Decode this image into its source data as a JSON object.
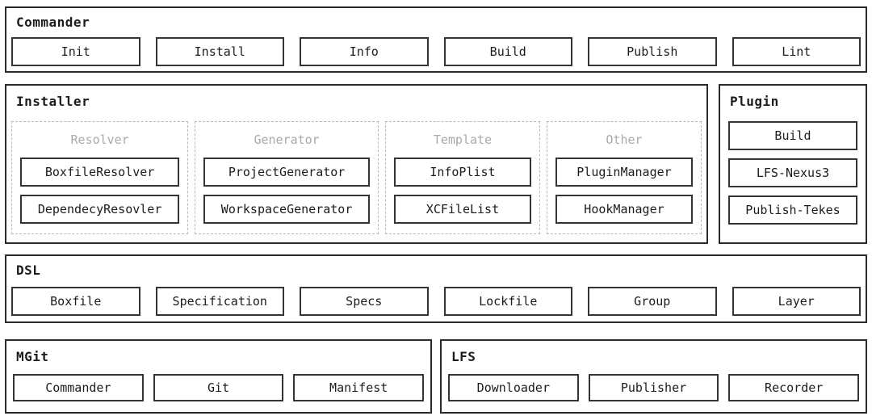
{
  "colors": {
    "panel_border": "#2b2b2b",
    "button_border": "#343434",
    "dashed_border": "#b9b9b9",
    "muted_group_label": "#a9a9a9",
    "background": "#ffffff",
    "text": "#1c1c1c"
  },
  "sections": {
    "commander": {
      "title": "Commander",
      "buttons": [
        "Init",
        "Install",
        "Info",
        "Build",
        "Publish",
        "Lint"
      ]
    },
    "installer": {
      "title": "Installer",
      "groups": [
        {
          "title": "Resolver",
          "items": [
            "BoxfileResolver",
            "DependecyResovler"
          ]
        },
        {
          "title": "Generator",
          "items": [
            "ProjectGenerator",
            "WorkspaceGenerator"
          ]
        },
        {
          "title": "Template",
          "items": [
            "InfoPlist",
            "XCFileList"
          ]
        },
        {
          "title": "Other",
          "items": [
            "PluginManager",
            "HookManager"
          ]
        }
      ]
    },
    "plugin": {
      "title": "Plugin",
      "buttons": [
        "Build",
        "LFS-Nexus3",
        "Publish-Tekes"
      ]
    },
    "dsl": {
      "title": "DSL",
      "buttons": [
        "Boxfile",
        "Specification",
        "Specs",
        "Lockfile",
        "Group",
        "Layer"
      ]
    },
    "mgit": {
      "title": "MGit",
      "buttons": [
        "Commander",
        "Git",
        "Manifest"
      ]
    },
    "lfs": {
      "title": "LFS",
      "buttons": [
        "Downloader",
        "Publisher",
        "Recorder"
      ]
    }
  }
}
